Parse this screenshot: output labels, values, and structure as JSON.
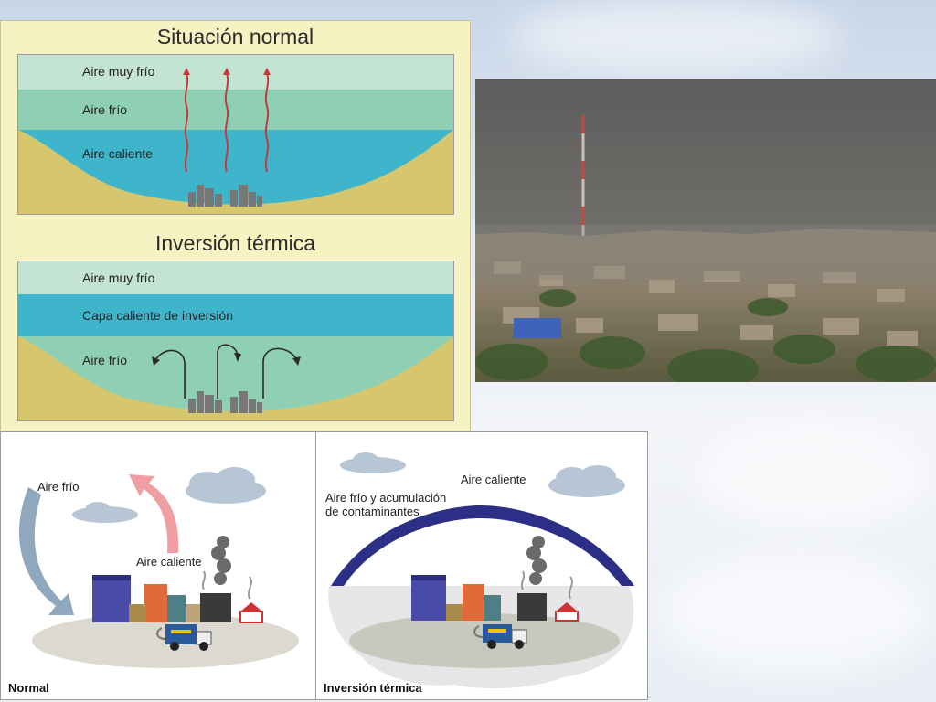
{
  "top_diagram": {
    "normal": {
      "title": "Situación normal",
      "layers": [
        "Aire muy frío",
        "Aire frío",
        "Aire caliente"
      ]
    },
    "inversion": {
      "title": "Inversión térmica",
      "layers": [
        "Aire muy frío",
        "Capa caliente de inversión",
        "Aire frío"
      ]
    }
  },
  "bottom_diagram": {
    "normal": {
      "caption": "Normal",
      "cold_air_label": "Aire frío",
      "hot_air_label": "Aire caliente"
    },
    "inversion": {
      "caption": "Inversión térmica",
      "hot_air_label": "Aire caliente",
      "cold_air_label_line1": "Aire frío y acumulación",
      "cold_air_label_line2": "de contaminantes"
    }
  },
  "colors": {
    "very_cold": "#c3e3d3",
    "cold": "#8fd0b5",
    "warm": "#3fb5cc",
    "ground": "#d6c76f",
    "dome": "#2b2f86"
  }
}
